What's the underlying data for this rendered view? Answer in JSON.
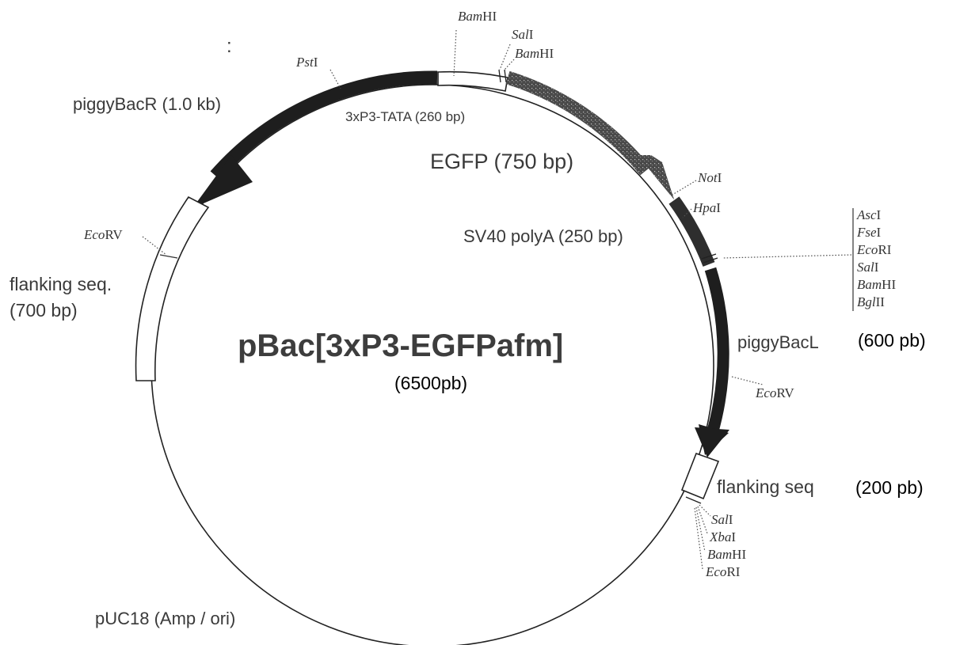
{
  "plasmid": {
    "name": "pBac[3xP3-EGFPafm]",
    "size": "(6500pb)"
  },
  "labels": {
    "colon": ":",
    "piggybac_r": "piggyBacR (1.0 kb)",
    "tata": "3xP3-TATA (260 bp)",
    "egfp": "EGFP (750 bp)",
    "sv40": "SV40 polyA (250 bp)",
    "piggybac_l": "piggyBacL",
    "piggybac_l_size": "(600 pb)",
    "flanking_left_1": "flanking seq.",
    "flanking_left_2": "(700 bp)",
    "flanking_right": "flanking seq",
    "flanking_right_size": "(200 pb)",
    "puc18": "pUC18 (Amp / ori)"
  },
  "sites": {
    "bamhi_top": {
      "italic": "Bam",
      "roman": "HI"
    },
    "sali_top": {
      "italic": "Sal",
      "roman": "I"
    },
    "bamhi_top2": {
      "italic": "Bam",
      "roman": "HI"
    },
    "psti": {
      "italic": "Pst",
      "roman": "I"
    },
    "noti": {
      "italic": "Not",
      "roman": "I"
    },
    "hpai": {
      "italic": "Hpa",
      "roman": "I"
    },
    "ecorv_left": {
      "italic": "Eco",
      "roman": "RV"
    },
    "ecorv_right": {
      "italic": "Eco",
      "roman": "RV"
    },
    "mcs_right": [
      {
        "italic": "Asc",
        "roman": "I"
      },
      {
        "italic": "Fse",
        "roman": "I"
      },
      {
        "italic": "Eco",
        "roman": "RI"
      },
      {
        "italic": "Sal",
        "roman": "I"
      },
      {
        "italic": "Bam",
        "roman": "HI"
      },
      {
        "italic": "Bgl",
        "roman": "II"
      }
    ],
    "mcs_bottom": [
      {
        "italic": "Sal",
        "roman": "I"
      },
      {
        "italic": "Xba",
        "roman": "I"
      },
      {
        "italic": "Bam",
        "roman": "HI"
      },
      {
        "italic": "Eco",
        "roman": "RI"
      }
    ]
  }
}
